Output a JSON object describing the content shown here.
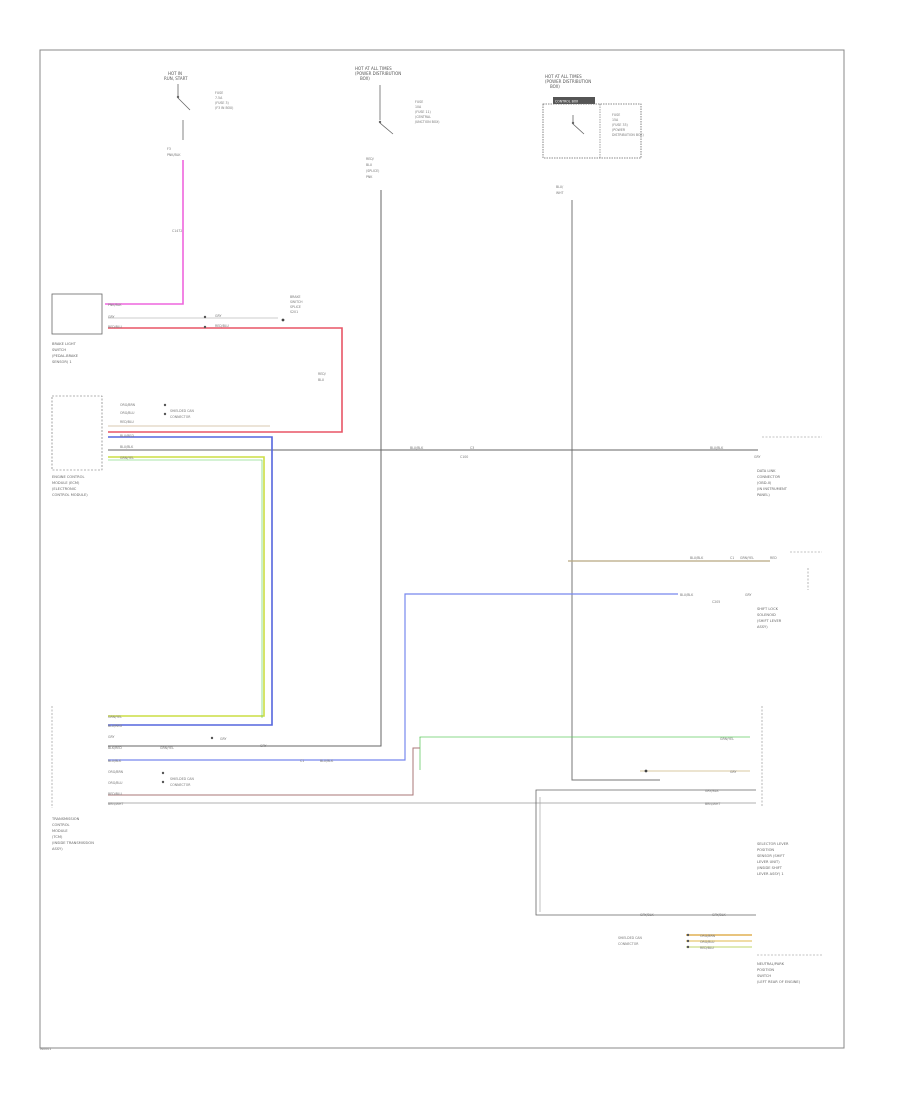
{
  "colors": {
    "frame": "#777777",
    "wire_dark": "#666666",
    "wire_pink": "#ee66dd",
    "wire_red": "#e85566",
    "wire_blue": "#5566dd",
    "wire_lightblue": "#7788ee",
    "wire_green": "#55cc55",
    "wire_yellowgreen": "#ccdd44",
    "wire_tan": "#b8a880",
    "wire_orange": "#d9a030",
    "wire_maroon": "#aa7777"
  },
  "footer_code": "W0001",
  "power_sources": [
    {
      "lines": [
        "HOT IN",
        "RUN, START"
      ],
      "fuse": [
        "FUSE",
        "7.5A",
        "(FUSE 3)",
        "(F3 IN BOX)"
      ],
      "wire": [
        "F3",
        "PNK/BLK"
      ]
    },
    {
      "lines": [
        "HOT AT ALL TIMES",
        "(POWER DISTRIBUTION",
        "BOX)"
      ],
      "fuse": [
        "FUSE",
        "10A",
        "(FUSE 11)",
        "(CENTRAL",
        "JUNCTION BOX)"
      ],
      "wire": [
        "RED/",
        "BLU",
        "(SPLICE)",
        "PNK"
      ]
    },
    {
      "lines": [
        "HOT AT ALL TIMES",
        "(POWER DISTRIBUTION",
        "BOX)",
        "CONTROL BOX"
      ],
      "fuse": [
        "FUSE",
        "15A",
        "(FUSE 33)",
        "(POWER",
        "DISTRIBUTION BOX)"
      ],
      "wire": [
        "BLU/",
        "WHT"
      ]
    }
  ],
  "splice_label": "C1472",
  "components": {
    "brake_unit": [
      "BRAKE LIGHT",
      "SWITCH",
      "(PEDAL-BRAKE",
      "SENSOR) 1"
    ],
    "ecm": [
      "ENGINE CONTROL",
      "MODULE (ECM)",
      "(ELECTRONIC",
      "CONTROL MODULE)"
    ],
    "tcm": [
      "TRANSMISSION",
      "CONTROL",
      "MODULE",
      "(TCM)",
      "(INSIDE TRANSMISSION",
      "ASSY)"
    ],
    "selector": [
      "SELECTOR LEVER",
      "POSITION",
      "SENSOR (SHIFT",
      "LEVER UNIT)",
      "(INSIDE SHIFT",
      "LEVER ASSY) 1"
    ],
    "data_link": [
      "DATA LINK",
      "CONNECTOR",
      "(OBD-II)",
      "(IN INSTRUMENT",
      "PANEL)"
    ],
    "shift_lock": [
      "SHIFT LOCK",
      "SOLENOID",
      "(SHIFT LEVER",
      "ASSY)"
    ],
    "neutral": [
      "NEUTRAL/PARK",
      "POSITION",
      "SWITCH",
      "(LEFT REAR OF ENGINE)"
    ],
    "splice_brake": [
      "BRAKE",
      "SWITCH",
      "SPLICE",
      "S201"
    ]
  },
  "can_label": [
    "SHIELDED CAN",
    "CONNECTOR"
  ],
  "wire_labels": {
    "brake_rows": [
      "PNK/BLK",
      "GRY",
      "RED/BLU"
    ],
    "brake_mid": [
      "GRY",
      "RED/BLU"
    ],
    "brake_side": [
      "RED/",
      "BLU"
    ],
    "ecm_rows": [
      "ORG/BRN",
      "ORG/BLU",
      "RED/BLU",
      "BLU/RED",
      "BLU/BLK",
      "GRN/YEL"
    ],
    "ecm_long": [
      "BLU/BLK",
      "C3",
      "C100",
      "BLU/BLK",
      "GRY"
    ],
    "tcm_rows": [
      "GRN/YEL",
      "BLU/RED",
      "GRY",
      "BLK/RED",
      "BLU/BLK",
      "ORG/BRN",
      "ORG/BLU",
      "RED/BLU",
      "BRN/WHT"
    ],
    "tcm_mid": [
      "GRY",
      "GRY",
      "GRN/YEL",
      "C1",
      "BLU/BLK"
    ],
    "selector_rows": [
      "GRN/YEL",
      "GRY",
      "GRY/BLK",
      "BRN/WHT"
    ],
    "bottom_rows": [
      "GRY/BLK",
      "GRY/BLK",
      "ORG/BRN",
      "ORG/BLU",
      "RED/BLU"
    ],
    "shift_row": [
      "BLU/BLK",
      "C205",
      "GRY"
    ],
    "data_row": [
      "BLU/BLK",
      "C1",
      "GRN/YEL",
      "RED"
    ]
  }
}
